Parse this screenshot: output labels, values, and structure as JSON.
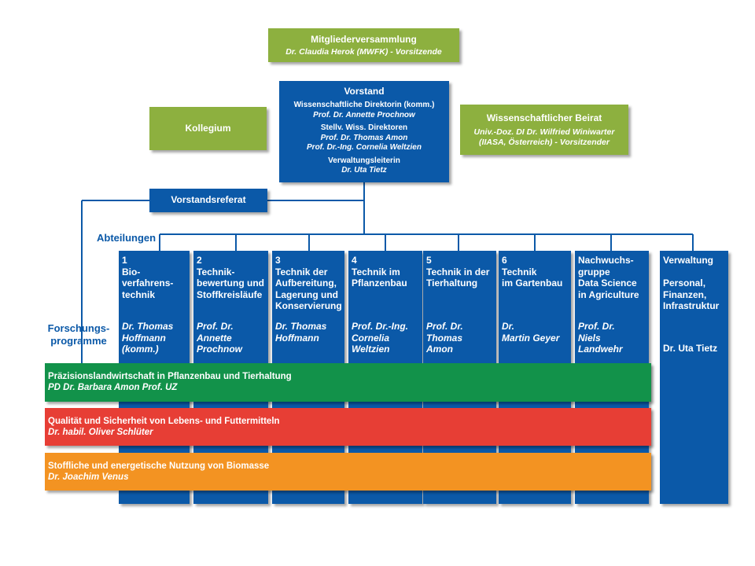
{
  "colors": {
    "green": "#8db03f",
    "blue": "#0b59a8",
    "program_green": "#12924a",
    "program_red": "#e73e35",
    "program_orange": "#f39322"
  },
  "mitgliederversammlung": {
    "title": "Mitgliederversammlung",
    "person": "Dr. Claudia Herok (MWFK) - Vorsitzende"
  },
  "vorstand": {
    "title": "Vorstand",
    "role1": "Wissenschaftliche Direktorin (komm.)",
    "person1": "Prof. Dr.  Annette Prochnow",
    "role2": "Stellv. Wiss. Direktoren",
    "person2a": "Prof. Dr. Thomas Amon",
    "person2b": "Prof. Dr.-Ing. Cornelia Weltzien",
    "role3": "Verwaltungsleiterin",
    "person3": "Dr. Uta Tietz"
  },
  "kollegium": {
    "title": "Kollegium"
  },
  "beirat": {
    "title": "Wissenschaftlicher Beirat",
    "person_line1": "Univ.-Doz. DI Dr. Wilfried Winiwarter",
    "person_line2": "(IIASA, Österreich) - Vorsitzender"
  },
  "vorstandsreferat": {
    "title": "Vorstandsreferat"
  },
  "labels": {
    "abteilungen": "Abteilungen",
    "forschungsprogramme_1": "Forschungs-",
    "forschungsprogramme_2": "programme"
  },
  "departments": [
    {
      "name": "1\nBio-\nverfahrens-\ntechnik",
      "head": "Dr. Thomas\nHoffmann\n(komm.)"
    },
    {
      "name": "2\nTechnik-\nbewertung und\nStoffkreisläufe",
      "head": "Prof. Dr.\nAnnette\nProchnow"
    },
    {
      "name": "3\nTechnik der\nAufbereitung,\nLagerung und\nKonservierung",
      "head": "Dr. Thomas\nHoffmann"
    },
    {
      "name": "4\nTechnik im\nPflanzenbau",
      "head": "Prof. Dr.-Ing.\nCornelia\nWeltzien"
    },
    {
      "name": "5\nTechnik in der\nTierhaltung",
      "head": "Prof. Dr.\nThomas\nAmon"
    },
    {
      "name": "6\nTechnik\nim Gartenbau",
      "head": "Dr.\nMartin Geyer"
    },
    {
      "name": "Nachwuchs-\ngruppe\nData Science\nin Agriculture",
      "head": "Prof. Dr.\nNiels\nLandwehr"
    },
    {
      "name": "Verwaltung\n\nPersonal,\nFinanzen,\nInfrastruktur",
      "head": "Dr. Uta Tietz"
    }
  ],
  "programs": [
    {
      "title": "Präzisionslandwirtschaft in Pflanzenbau und Tierhaltung",
      "lead": "PD Dr. Barbara Amon Prof. UZ"
    },
    {
      "title": "Qualität und Sicherheit von Lebens- und Futtermitteln",
      "lead": "Dr. habil. Oliver Schlüter"
    },
    {
      "title": "Stoffliche und energetische Nutzung von Biomasse",
      "lead": "Dr. Joachim Venus"
    }
  ]
}
